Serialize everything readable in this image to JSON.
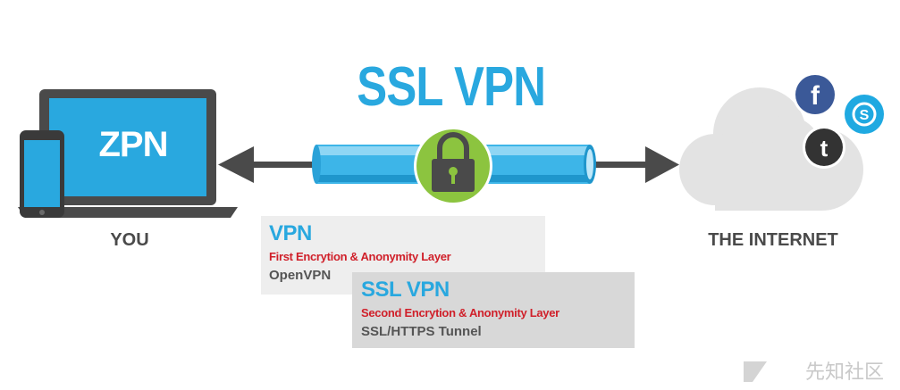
{
  "title": "SSL VPN",
  "device": {
    "screen_text": "ZPN",
    "label": "YOU"
  },
  "internet": {
    "label": "THE INTERNET"
  },
  "layers": [
    {
      "title": "VPN",
      "subtitle": "First Encrytion & Anonymity Layer",
      "protocol": "OpenVPN"
    },
    {
      "title": "SSL VPN",
      "subtitle": "Second Encrytion & Anonymity Layer",
      "protocol": "SSL/HTTPS Tunnel"
    }
  ],
  "social_icons": [
    "facebook-icon",
    "skype-icon",
    "twitter-icon"
  ],
  "watermark": "先知社区",
  "colors": {
    "accent": "#29a8df",
    "red": "#d0202a",
    "lock": "#8cc43f",
    "dark": "#4a4a4a",
    "facebook": "#3b5998",
    "skype": "#1fa9e1",
    "twitter": "#333333"
  }
}
